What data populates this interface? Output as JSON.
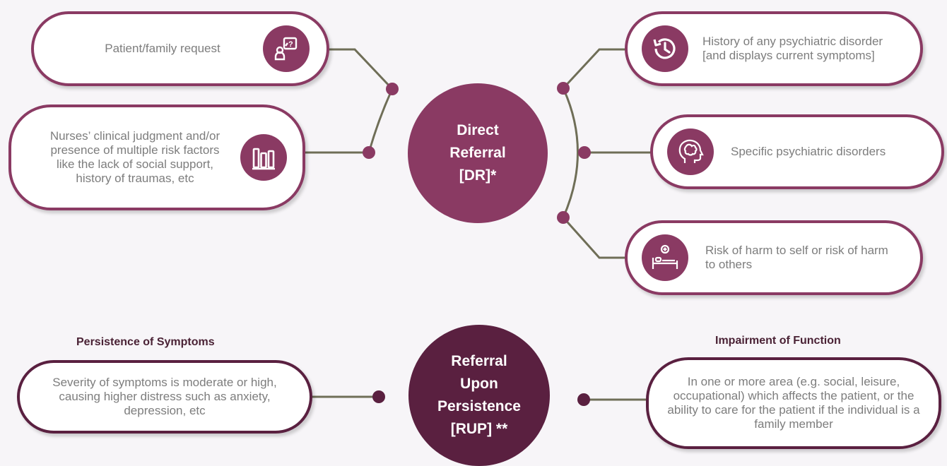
{
  "hubs": {
    "direct_referral": [
      "Direct",
      "Referral",
      "[DR]*"
    ],
    "referral_upon_persistence": [
      "Referral",
      "Upon",
      "Persistence",
      "[RUP] **"
    ]
  },
  "dr_criteria": {
    "patient_request": "Patient/family request",
    "nurses_judgment": "Nurses’ clinical judgment and/or presence of multiple risk factors like the lack of social support, history of traumas, etc",
    "psychiatric_history": "History of any psychiatric disorder [and displays current symptoms]",
    "specific_disorders": "Specific psychiatric disorders",
    "risk_of_harm": "Risk of harm to self or risk of harm to others"
  },
  "rup_criteria": {
    "persistence_title": "Persistence of Symptoms",
    "persistence_text": "Severity of symptoms is moderate or high, causing higher distress such as anxiety, depression, etc",
    "impairment_title": "Impairment of Function",
    "impairment_text": "In one or more area (e.g. social, leisure, occupational) which affects the patient, or the ability to care for the patient if the individual is a family member"
  },
  "icons": [
    "question-person-icon",
    "bar-chart-icon",
    "history-clock-icon",
    "brain-head-icon",
    "hospital-bed-icon"
  ],
  "colors": {
    "primary": "#8a3a63",
    "dark": "#5a2040",
    "connector": "#6f6e57",
    "text": "#7d7d7d",
    "background": "#f7f5f8"
  }
}
